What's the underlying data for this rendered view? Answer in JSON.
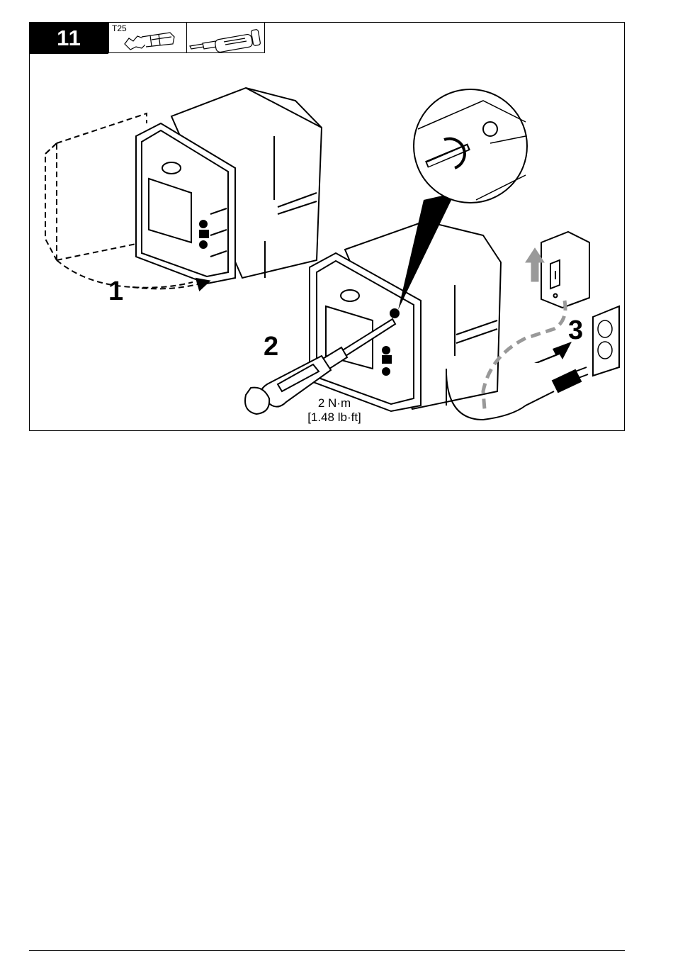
{
  "step": {
    "number": "11"
  },
  "tools": {
    "bit_label": "T25",
    "bit_icon": "torx-bit-icon",
    "driver_icon": "torque-screwdriver-icon"
  },
  "callouts": {
    "one": "1",
    "two": "2",
    "three": "3"
  },
  "torque": {
    "metric": "2 N·m",
    "imperial": "[1.48 lb·ft]"
  },
  "icons": [
    "controller-enclosure-icon",
    "dashed-panel-outline-icon",
    "magnifier-detail-icon",
    "power-switch-icon",
    "wall-outlet-icon",
    "power-cord-icon",
    "up-arrow-icon",
    "push-arrow-icon"
  ]
}
